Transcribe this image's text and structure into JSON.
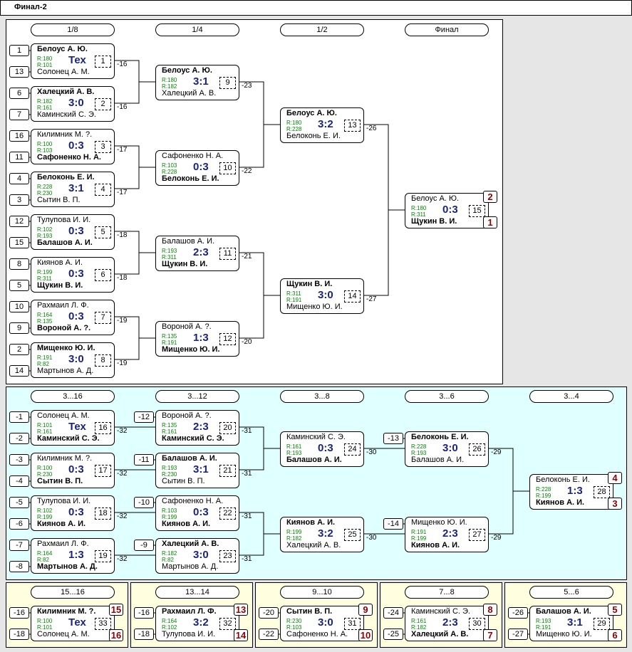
{
  "window": {
    "title": "Финал-2"
  },
  "colors": {
    "main_bg": "#ffffff",
    "consolation_bg": "#e0ffff",
    "places_bg": "#ffffe0",
    "score": "#1a237e",
    "rating": "#008800",
    "place_badge": "#8b0000"
  },
  "main": {
    "rounds": [
      "1/8",
      "1/4",
      "1/2",
      "Финал"
    ],
    "seeds": [
      "1",
      "13",
      "6",
      "7",
      "16",
      "11",
      "4",
      "3",
      "12",
      "15",
      "8",
      "5",
      "10",
      "9",
      "2",
      "14"
    ],
    "r1": [
      {
        "top": "Белоус А. Ю.",
        "rt": "R:180",
        "bot": "Солонец А. М.",
        "rb": "R:101",
        "score": "Тех",
        "num": "1",
        "tag": "-16",
        "win": "top"
      },
      {
        "top": "Халецкий А. В.",
        "rt": "R:182",
        "bot": "Каминский С. Э.",
        "rb": "R:161",
        "score": "3:0",
        "num": "2",
        "tag": "-16",
        "win": "top"
      },
      {
        "top": "Килимник М. ?.",
        "rt": "R:100",
        "bot": "Сафоненко Н. А.",
        "rb": "R:103",
        "score": "0:3",
        "num": "3",
        "tag": "-17",
        "win": "bot"
      },
      {
        "top": "Белоконь Е. И.",
        "rt": "R:228",
        "bot": "Сытин В. П.",
        "rb": "R:230",
        "score": "3:1",
        "num": "4",
        "tag": "-17",
        "win": "top"
      },
      {
        "top": "Тулупова И. И.",
        "rt": "R:102",
        "bot": "Балашов А. И.",
        "rb": "R:193",
        "score": "0:3",
        "num": "5",
        "tag": "-18",
        "win": "bot"
      },
      {
        "top": "Киянов А. И.",
        "rt": "R:199",
        "bot": "Щукин В. И.",
        "rb": "R:311",
        "score": "0:3",
        "num": "6",
        "tag": "-18",
        "win": "bot"
      },
      {
        "top": "Рахмаил Л. Ф.",
        "rt": "R:164",
        "bot": "Вороной А. ?.",
        "rb": "R:135",
        "score": "0:3",
        "num": "7",
        "tag": "-19",
        "win": "bot"
      },
      {
        "top": "Мищенко Ю. И.",
        "rt": "R:191",
        "bot": "Мартынов А. Д.",
        "rb": "R:82",
        "score": "3:0",
        "num": "8",
        "tag": "-19",
        "win": "top"
      }
    ],
    "r2": [
      {
        "top": "Белоус А. Ю.",
        "rt": "R:180",
        "bot": "Халецкий А. В.",
        "rb": "R:182",
        "score": "3:1",
        "num": "9",
        "tag": "-23",
        "win": "top"
      },
      {
        "top": "Сафоненко Н. А.",
        "rt": "R:103",
        "bot": "Белоконь Е. И.",
        "rb": "R:228",
        "score": "0:3",
        "num": "10",
        "tag": "-22",
        "win": "bot"
      },
      {
        "top": "Балашов А. И.",
        "rt": "R:193",
        "bot": "Щукин В. И.",
        "rb": "R:311",
        "score": "2:3",
        "num": "11",
        "tag": "-21",
        "win": "bot"
      },
      {
        "top": "Вороной А. ?.",
        "rt": "R:135",
        "bot": "Мищенко Ю. И.",
        "rb": "R:191",
        "score": "1:3",
        "num": "12",
        "tag": "-20",
        "win": "bot"
      }
    ],
    "r3": [
      {
        "top": "Белоус А. Ю.",
        "rt": "R:180",
        "bot": "Белоконь Е. И.",
        "rb": "R:228",
        "score": "3:2",
        "num": "13",
        "tag": "-26",
        "win": "top"
      },
      {
        "top": "Щукин В. И.",
        "rt": "R:311",
        "bot": "Мищенко Ю. И.",
        "rb": "R:191",
        "score": "3:0",
        "num": "14",
        "tag": "-27",
        "win": "top"
      }
    ],
    "final": {
      "top": "Белоус А. Ю.",
      "rt": "R:180",
      "bot": "Щукин В. И.",
      "rb": "R:311",
      "score": "0:3",
      "num": "15",
      "win": "bot",
      "place_top": "2",
      "place_bot": "1"
    }
  },
  "consolation": {
    "rounds": [
      "3...16",
      "3...12",
      "3...8",
      "3...6",
      "3...4"
    ],
    "seeds": [
      "-1",
      "-2",
      "-3",
      "-4",
      "-5",
      "-6",
      "-7",
      "-8"
    ],
    "seeds2": [
      "-12",
      "-11",
      "-10",
      "-9"
    ],
    "seeds4": [
      "-13",
      "-14"
    ],
    "r1": [
      {
        "top": "Солонец А. М.",
        "rt": "R:101",
        "bot": "Каминский С. Э.",
        "rb": "R:161",
        "score": "Тех",
        "num": "16",
        "tag": "-32",
        "win": "bot"
      },
      {
        "top": "Килимник М. ?.",
        "rt": "R:100",
        "bot": "Сытин В. П.",
        "rb": "R:230",
        "score": "0:3",
        "num": "17",
        "tag": "-32",
        "win": "bot"
      },
      {
        "top": "Тулупова И. И.",
        "rt": "R:102",
        "bot": "Киянов А. И.",
        "rb": "R:199",
        "score": "0:3",
        "num": "18",
        "tag": "-32",
        "win": "bot"
      },
      {
        "top": "Рахмаил Л. Ф.",
        "rt": "R:164",
        "bot": "Мартынов А. Д.",
        "rb": "R:82",
        "score": "1:3",
        "num": "19",
        "tag": "-32",
        "win": "bot"
      }
    ],
    "r2": [
      {
        "top": "Вороной А. ?.",
        "rt": "R:135",
        "bot": "Каминский С. Э.",
        "rb": "R:161",
        "score": "2:3",
        "num": "20",
        "tag": "-31",
        "win": "bot"
      },
      {
        "top": "Балашов А. И.",
        "rt": "R:193",
        "bot": "Сытин В. П.",
        "rb": "R:230",
        "score": "3:1",
        "num": "21",
        "tag": "-31",
        "win": "top"
      },
      {
        "top": "Сафоненко Н. А.",
        "rt": "R:103",
        "bot": "Киянов А. И.",
        "rb": "R:199",
        "score": "0:3",
        "num": "22",
        "tag": "-31",
        "win": "bot"
      },
      {
        "top": "Халецкий А. В.",
        "rt": "R:182",
        "bot": "Мартынов А. Д.",
        "rb": "R:82",
        "score": "3:0",
        "num": "23",
        "tag": "-31",
        "win": "top"
      }
    ],
    "r3": [
      {
        "top": "Каминский С. Э.",
        "rt": "R:161",
        "bot": "Балашов А. И.",
        "rb": "R:193",
        "score": "0:3",
        "num": "24",
        "tag": "-30",
        "win": "bot"
      },
      {
        "top": "Киянов А. И.",
        "rt": "R:199",
        "bot": "Халецкий А. В.",
        "rb": "R:182",
        "score": "3:2",
        "num": "25",
        "tag": "-30",
        "win": "top"
      }
    ],
    "r4": [
      {
        "top": "Белоконь Е. И.",
        "rt": "R:228",
        "bot": "Балашов А. И.",
        "rb": "R:193",
        "score": "3:0",
        "num": "26",
        "tag": "-29",
        "win": "top"
      },
      {
        "top": "Мищенко Ю. И.",
        "rt": "R:191",
        "bot": "Киянов А. И.",
        "rb": "R:199",
        "score": "2:3",
        "num": "27",
        "tag": "-29",
        "win": "bot"
      }
    ],
    "final": {
      "top": "Белоконь Е. И.",
      "rt": "R:228",
      "bot": "Киянов А. И.",
      "rb": "R:199",
      "score": "1:3",
      "num": "28",
      "win": "bot",
      "place_top": "4",
      "place_bot": "3"
    }
  },
  "places": [
    {
      "title": "15...16",
      "seed_top": "-16",
      "seed_bot": "-18",
      "top": "Килимник М. ?.",
      "rt": "R:100",
      "bot": "Солонец А. М.",
      "rb": "R:101",
      "score": "Тех",
      "num": "33",
      "win": "top",
      "place_top": "15",
      "place_bot": "16"
    },
    {
      "title": "13...14",
      "seed_top": "-16",
      "seed_bot": "-18",
      "top": "Рахмаил Л. Ф.",
      "rt": "R:164",
      "bot": "Тулупова И. И.",
      "rb": "R:102",
      "score": "3:2",
      "num": "32",
      "win": "top",
      "place_top": "13",
      "place_bot": "14"
    },
    {
      "title": "9...10",
      "seed_top": "-20",
      "seed_bot": "-22",
      "top": "Сытин В. П.",
      "rt": "R:230",
      "bot": "Сафоненко Н. А.",
      "rb": "R:103",
      "score": "3:0",
      "num": "31",
      "win": "top",
      "place_top": "9",
      "place_bot": "10"
    },
    {
      "title": "7...8",
      "seed_top": "-24",
      "seed_bot": "-25",
      "top": "Каминский С. Э.",
      "rt": "R:161",
      "bot": "Халецкий А. В.",
      "rb": "R:182",
      "score": "2:3",
      "num": "30",
      "win": "bot",
      "place_top": "8",
      "place_bot": "7"
    },
    {
      "title": "5...6",
      "seed_top": "-26",
      "seed_bot": "-27",
      "top": "Балашов А. И.",
      "rt": "R:193",
      "bot": "Мищенко Ю. И.",
      "rb": "R:191",
      "score": "3:1",
      "num": "29",
      "win": "top",
      "place_top": "5",
      "place_bot": "6"
    }
  ]
}
